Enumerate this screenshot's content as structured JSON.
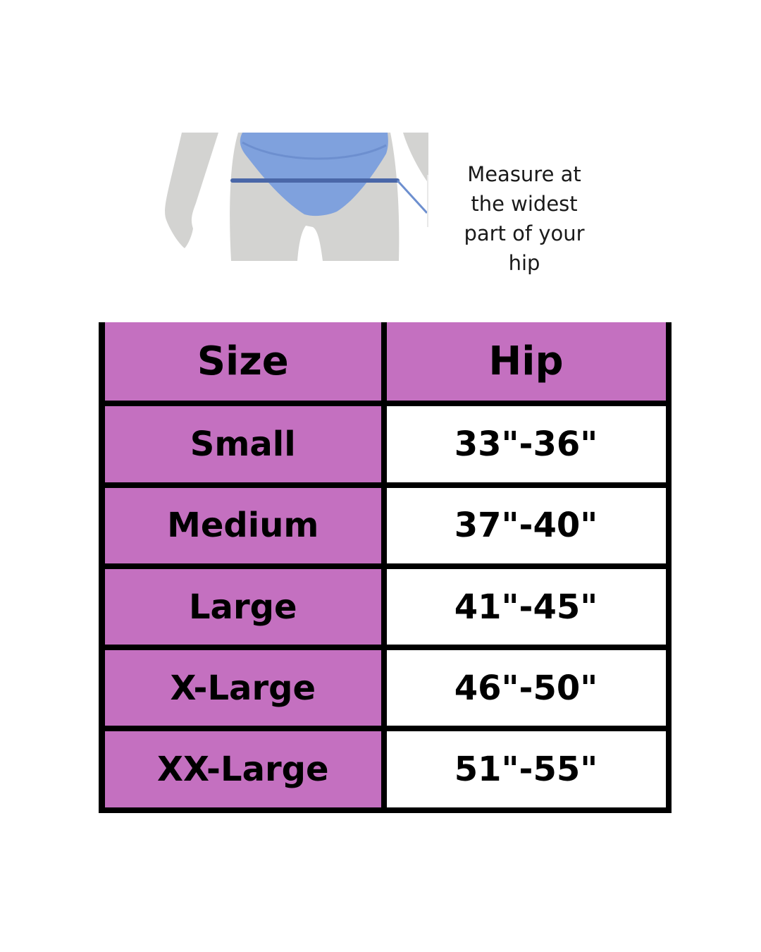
{
  "measure_note": "Measure at the widest part of your hip",
  "table": {
    "headers": [
      "Size",
      "Hip"
    ],
    "rows": [
      {
        "size": "Small",
        "hip": "33\"-36\""
      },
      {
        "size": "Medium",
        "hip": "37\"-40\""
      },
      {
        "size": "Large",
        "hip": "41\"-45\""
      },
      {
        "size": "X-Large",
        "hip": "46\"-50\""
      },
      {
        "size": "XX-Large",
        "hip": "51\"-55\""
      }
    ]
  },
  "colors": {
    "header_fill": "#c470c0",
    "size_column_fill": "#c470c0",
    "hip_column_fill": "#ffffff",
    "border": "#000000",
    "garment": "#7fa1dd",
    "body": "#d3d3d1",
    "measure_line": "#4a67a8"
  },
  "illustration": {
    "subject": "hip-measurement-figure-icon"
  }
}
